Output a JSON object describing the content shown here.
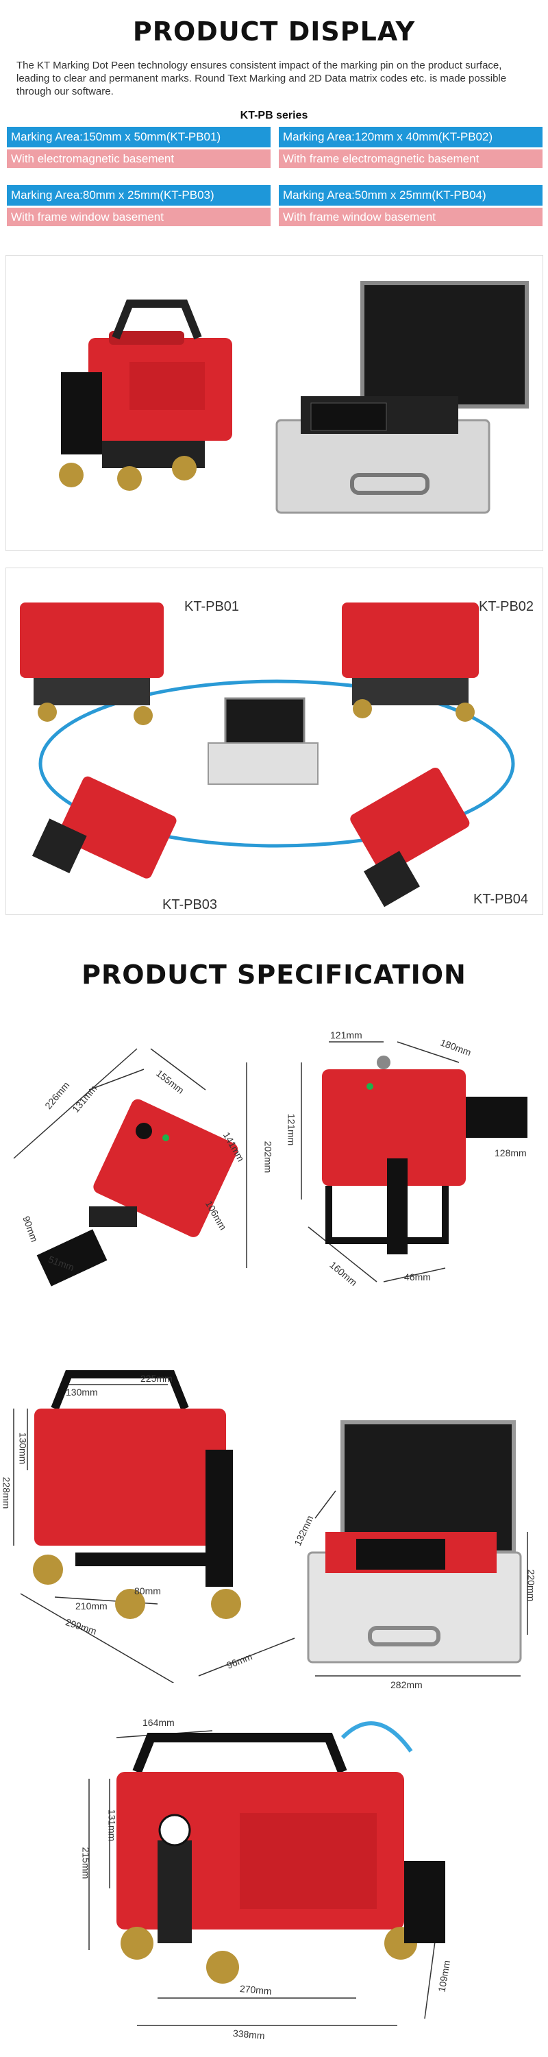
{
  "display": {
    "title": "PRODUCT DISPLAY",
    "intro": "The KT Marking Dot Peen technology ensures consistent impact of the marking pin on the product surface, leading to clear and permanent marks. Round Text Marking and 2D Data matrix codes etc. is made possible through our software.",
    "series": "KT-PB series"
  },
  "models": [
    {
      "area": "Marking Area:150mm x 50mm(KT-PB01)",
      "base": "With electromagnetic basement"
    },
    {
      "area": "Marking Area:120mm x 40mm(KT-PB02)",
      "base": "With frame electromagnetic basement"
    },
    {
      "area": "Marking Area:80mm x 25mm(KT-PB03)",
      "base": "With frame window basement"
    },
    {
      "area": "Marking Area:50mm x 25mm(KT-PB04)",
      "base": "With frame window basement"
    }
  ],
  "circle_labels": [
    "KT-PB01",
    "KT-PB02",
    "KT-PB03",
    "KT-PB04"
  ],
  "spec": {
    "title": "PRODUCT SPECIFICATION",
    "fig1": [
      "226mm",
      "131mm",
      "155mm",
      "141mm",
      "202mm",
      "106mm",
      "90mm",
      "51mm"
    ],
    "fig2": [
      "121mm",
      "180mm",
      "121mm",
      "128mm",
      "160mm",
      "46mm"
    ],
    "fig3": [
      "130mm",
      "225mm",
      "130mm",
      "228mm",
      "80mm",
      "210mm",
      "299mm",
      "96mm"
    ],
    "fig4": [
      "132mm",
      "220mm",
      "282mm"
    ],
    "fig5": [
      "164mm",
      "131mm",
      "215mm",
      "270mm",
      "338mm",
      "109mm"
    ]
  },
  "colors": {
    "blue_bar": "#1e97d9",
    "pink_bar": "#ef9fa5",
    "machine_red": "#d9262d"
  }
}
